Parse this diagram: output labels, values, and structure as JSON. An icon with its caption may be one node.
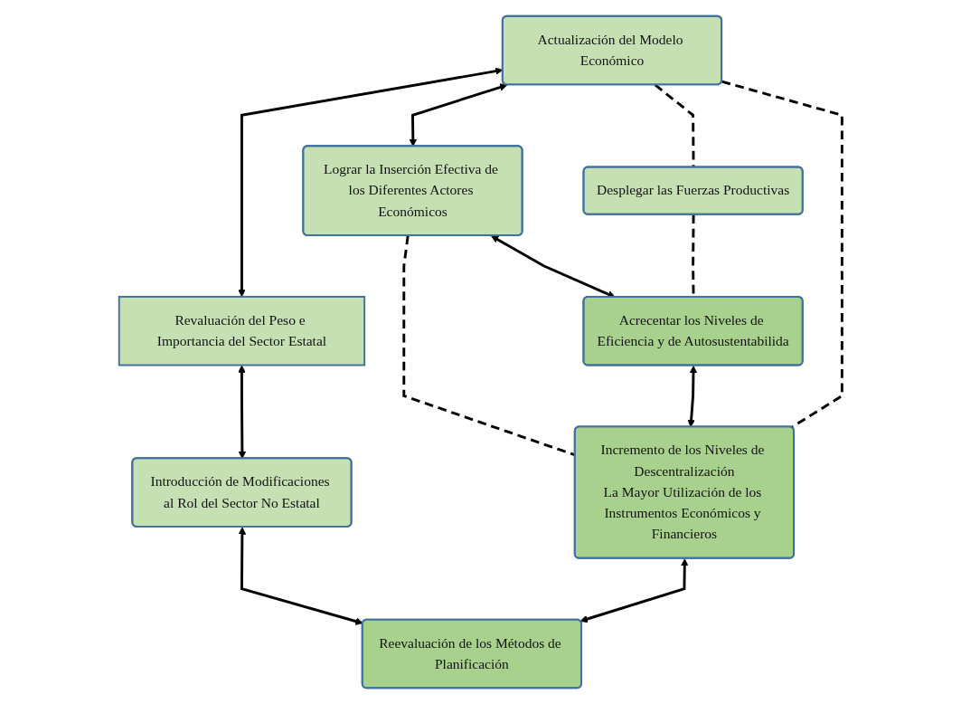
{
  "diagram": {
    "nodes": [
      {
        "text": [
          "Actualización del Modelo Económico"
        ]
      },
      {
        "text": [
          "Revaluación del Peso e Importancia del Sector Estatal"
        ]
      },
      {
        "text": [
          "Introducción de Modificaciones al Rol del Sector No Estatal"
        ]
      },
      {
        "text": [
          "Lograr la Inserción Efectiva de los Diferentes Actores Económicos"
        ]
      },
      {
        "text": [
          "Desplegar las Fuerzas Productivas"
        ]
      },
      {
        "text": [
          "Reevaluación de los Métodos de Planificación"
        ]
      },
      {
        "text": [
          "Acrecentar los Niveles de Eficiencia y de Autosustentabilida"
        ]
      },
      {
        "text": [
          "Incremento de los Niveles de Descentralización",
          "La Mayor Utilización de los Instrumentos Económicos y Financieros"
        ]
      }
    ],
    "edges": [
      {
        "from": 0,
        "to": 1,
        "arrow": "both"
      },
      {
        "from": 1,
        "to": 2,
        "arrow": "both"
      },
      {
        "from": 0,
        "to": 3,
        "arrow": "both"
      },
      {
        "from": 2,
        "to": 5,
        "arrow": "both"
      },
      {
        "from": 0,
        "to": 4,
        "arrow": "none",
        "style": "dashed"
      },
      {
        "from": 0,
        "to": 7,
        "arrow": "none",
        "style": "dashed"
      },
      {
        "from": 3,
        "to": 7,
        "arrow": "none",
        "style": "dashed"
      },
      {
        "from": 4,
        "to": 6,
        "arrow": "none",
        "style": "dashed"
      },
      {
        "from": 3,
        "to": 6,
        "arrow": "both"
      },
      {
        "from": 6,
        "to": 7,
        "arrow": "both"
      },
      {
        "from": 7,
        "to": 5,
        "arrow": "both"
      }
    ]
  }
}
